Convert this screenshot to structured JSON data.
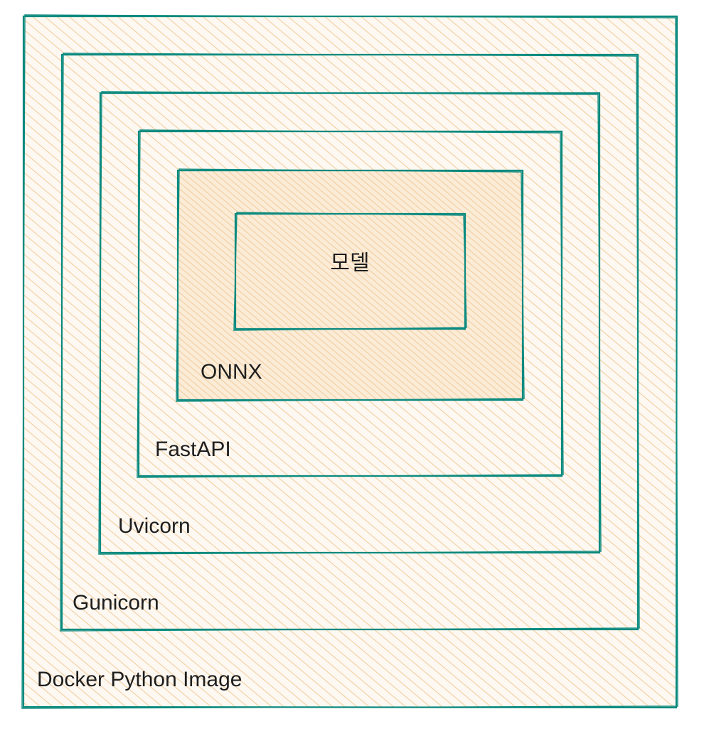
{
  "diagram": {
    "layers": {
      "docker": "Docker Python Image",
      "gunicorn": "Gunicorn",
      "uvicorn": "Uvicorn",
      "fastapi": "FastAPI",
      "onnx": "ONNX",
      "model": "모델"
    }
  },
  "colors": {
    "stroke": "#0c8a7f",
    "hatch": "#f5d7b0",
    "fill": "#fcefdf",
    "text": "#1e1e1e"
  }
}
